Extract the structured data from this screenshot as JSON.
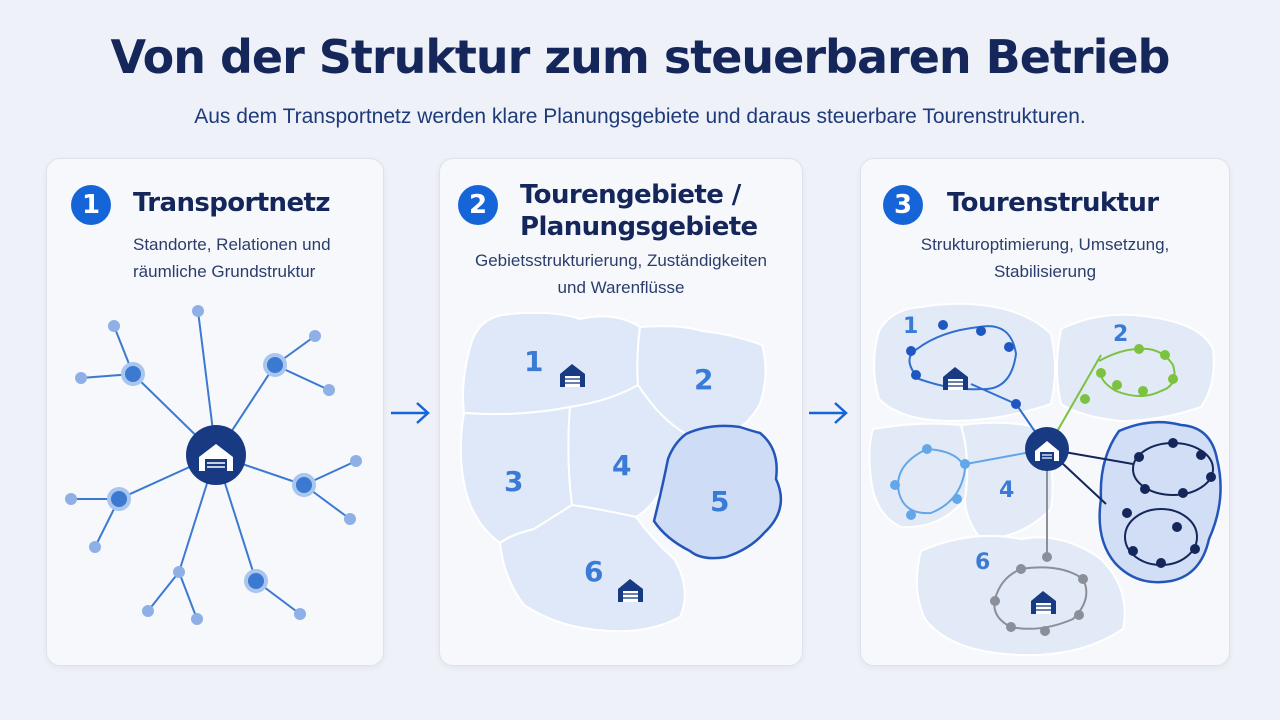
{
  "header": {
    "title": "Von der Struktur zum steuerbaren Betrieb",
    "subtitle": "Aus dem Transportnetz werden klare Planungsgebiete und daraus steuerbare Tourenstrukturen."
  },
  "steps": [
    {
      "number": "1",
      "title": "Transportnetz",
      "description": [
        "Standorte, Relationen und",
        "räumliche Grundstruktur"
      ]
    },
    {
      "number": "2",
      "title": [
        "Tourengebiete /",
        "Planungsgebiete"
      ],
      "description": [
        "Gebietsstrukturierung, Zuständigkeiten",
        "und Warenflüsse"
      ]
    },
    {
      "number": "3",
      "title": "Tourenstruktur",
      "description": [
        "Strukturoptimierung, Umsetzung,",
        "Stabilisierung"
      ]
    }
  ],
  "regions": {
    "planning": [
      "1",
      "2",
      "3",
      "4",
      "5",
      "6"
    ],
    "tours": [
      "1",
      "2",
      "4",
      "6"
    ]
  },
  "colors": {
    "primary_blue": "#1565d8",
    "navy": "#14265a",
    "region_fill": "#dfe8f8",
    "highlight_region": "#cfdcf6",
    "green_route": "#7cc240",
    "gray_route": "#8a8f99"
  },
  "icons": {
    "depot": "warehouse-icon",
    "arrow": "arrow-right-icon"
  }
}
